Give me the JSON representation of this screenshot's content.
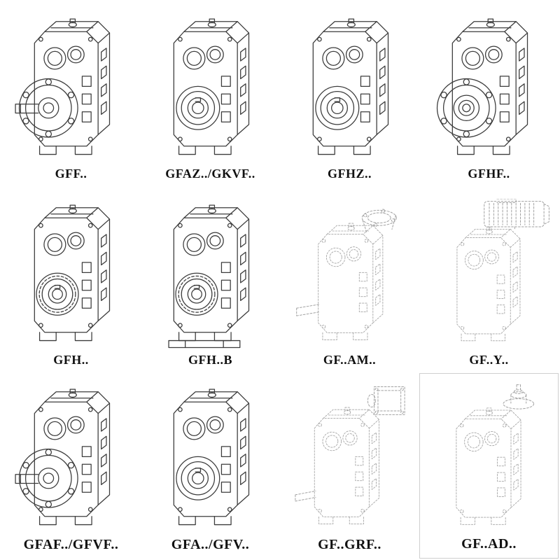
{
  "page": {
    "colors": {
      "background": "#ffffff",
      "line": "#3c3c3c",
      "faint_line": "#a2a2a2",
      "label_text": "#111111"
    }
  },
  "grid": {
    "rows": 3,
    "cols": 4,
    "items": [
      {
        "label": "GFF..",
        "symbol": "#sym-gff",
        "style": "solid"
      },
      {
        "label": "GFAZ../GKVF..",
        "symbol": "#sym-hollow",
        "style": "solid"
      },
      {
        "label": "GFHZ..",
        "symbol": "#sym-hollow",
        "style": "solid"
      },
      {
        "label": "GFHF..",
        "symbol": "#sym-gfhf",
        "style": "solid"
      },
      {
        "label": "GFH..",
        "symbol": "#sym-gfh",
        "style": "solid"
      },
      {
        "label": "GFH..B",
        "symbol": "#sym-gfhb",
        "style": "solid"
      },
      {
        "label": "GF..AM..",
        "symbol": "#sym-am",
        "style": "dashed"
      },
      {
        "label": "GF..Y..",
        "symbol": "#sym-y",
        "style": "dashed"
      },
      {
        "label": "GFAF../GFVF..",
        "symbol": "#sym-gff",
        "style": "solid"
      },
      {
        "label": "GFA../GFV..",
        "symbol": "#sym-hollow",
        "style": "solid"
      },
      {
        "label": "GF..GRF..",
        "symbol": "#sym-grf",
        "style": "dashed"
      },
      {
        "label": "GF..AD..",
        "symbol": "#sym-ad",
        "style": "dashed"
      }
    ]
  }
}
